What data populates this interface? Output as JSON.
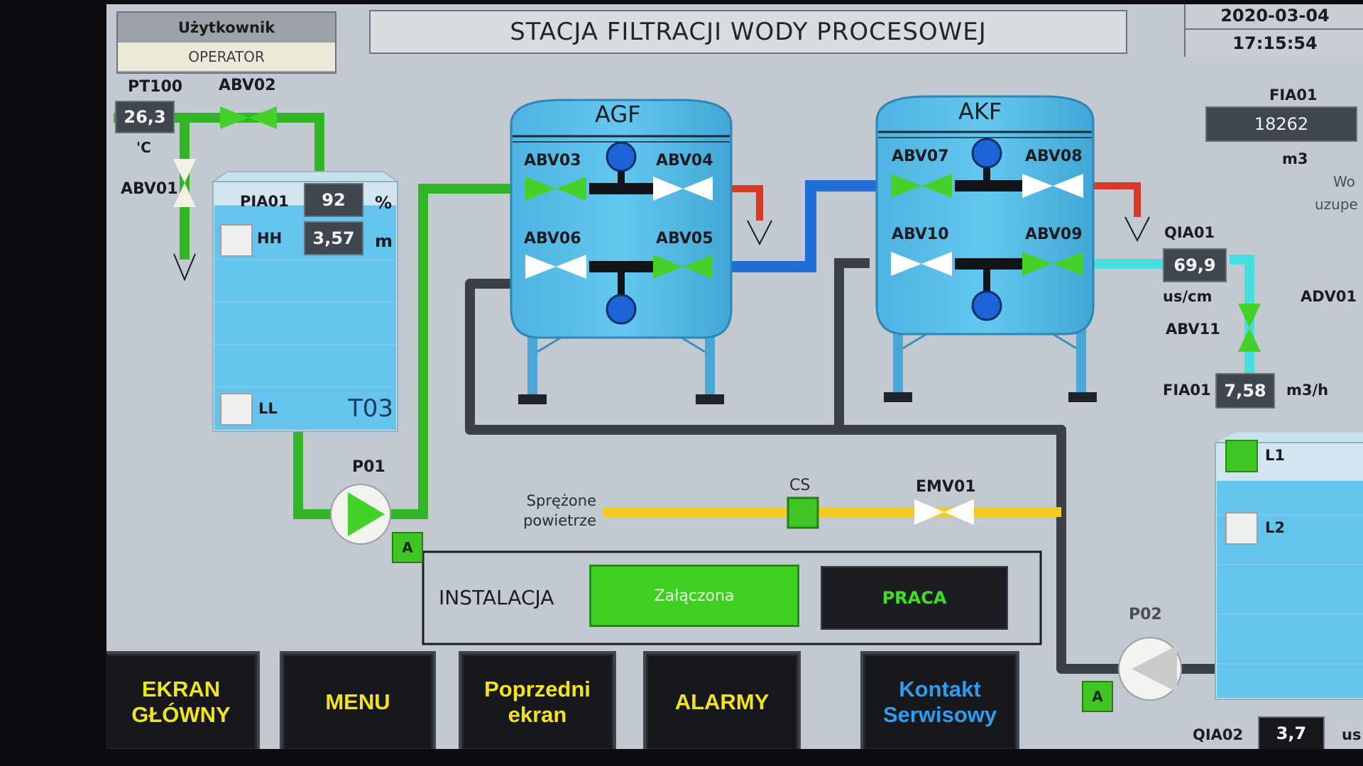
{
  "header": {
    "user_title": "Użytkownik",
    "user_role": "OPERATOR",
    "screen_title": "STACJA FILTRACJI WODY PROCESOWEJ",
    "date": "2020-03-04",
    "time": "17:15:54"
  },
  "tank_t03": {
    "name": "T03",
    "pt_label": "PT100",
    "temperature": "26,3",
    "temperature_unit": "'C",
    "level_label": "PIA01",
    "level_percent": "92",
    "percent_unit": "%",
    "level_m": "3,57",
    "level_unit": "m",
    "hh_label": "HH",
    "ll_label": "LL",
    "fill_fraction": 0.92
  },
  "valves": {
    "abv01": "ABV01",
    "abv02": "ABV02",
    "abv03": "ABV03",
    "abv04": "ABV04",
    "abv05": "ABV05",
    "abv06": "ABV06",
    "abv07": "ABV07",
    "abv08": "ABV08",
    "abv09": "ABV09",
    "abv10": "ABV10",
    "abv11": "ABV11",
    "emv01": "EMV01"
  },
  "filters": {
    "agf": "AGF",
    "akf": "AKF"
  },
  "pumps": {
    "p01": "P01",
    "p02": "P02",
    "auto_mode": "A"
  },
  "air": {
    "label_line1": "Sprężone",
    "label_line2": "powietrze",
    "cs": "CS"
  },
  "install": {
    "label": "INSTALACJA",
    "state_button": "Załączona",
    "mode_button": "PRACA"
  },
  "right_panel": {
    "fia01_label": "FIA01",
    "fia01_total": "18262",
    "fia01_total_unit": "m3",
    "cut_text_1": "Wo",
    "cut_text_2": "uzupe",
    "qia01_label": "QIA01",
    "qia01_value": "69,9",
    "qia01_unit": "us/cm",
    "adv01_label": "ADV01",
    "flow_label": "FIA01",
    "flow_value": "7,58",
    "flow_unit": "m3/h",
    "l1_label": "L1",
    "l2_label": "L2",
    "qia02_label": "QIA02",
    "qia02_value": "3,7",
    "qia02_unit": "us"
  },
  "nav": {
    "main": "EKRAN\nGŁÓWNY",
    "menu": "MENU",
    "prev": "Poprzedni\nekran",
    "alarms": "ALARMY",
    "service": "Kontakt\nSerwisowy"
  },
  "colors": {
    "screen_bg": "#c2c9d0",
    "green_pipe": "#33b528",
    "blue_pipe": "#1f6fd6",
    "red_pipe": "#d83a25",
    "cyan_pipe": "#49dede",
    "air_pipe": "#f2cc1c",
    "drain_pipe": "#3b4048",
    "vessel": "#55bde8",
    "water": "#64c4ee",
    "button_green": "#3fcf22",
    "nav_text": "#f3e31e"
  }
}
